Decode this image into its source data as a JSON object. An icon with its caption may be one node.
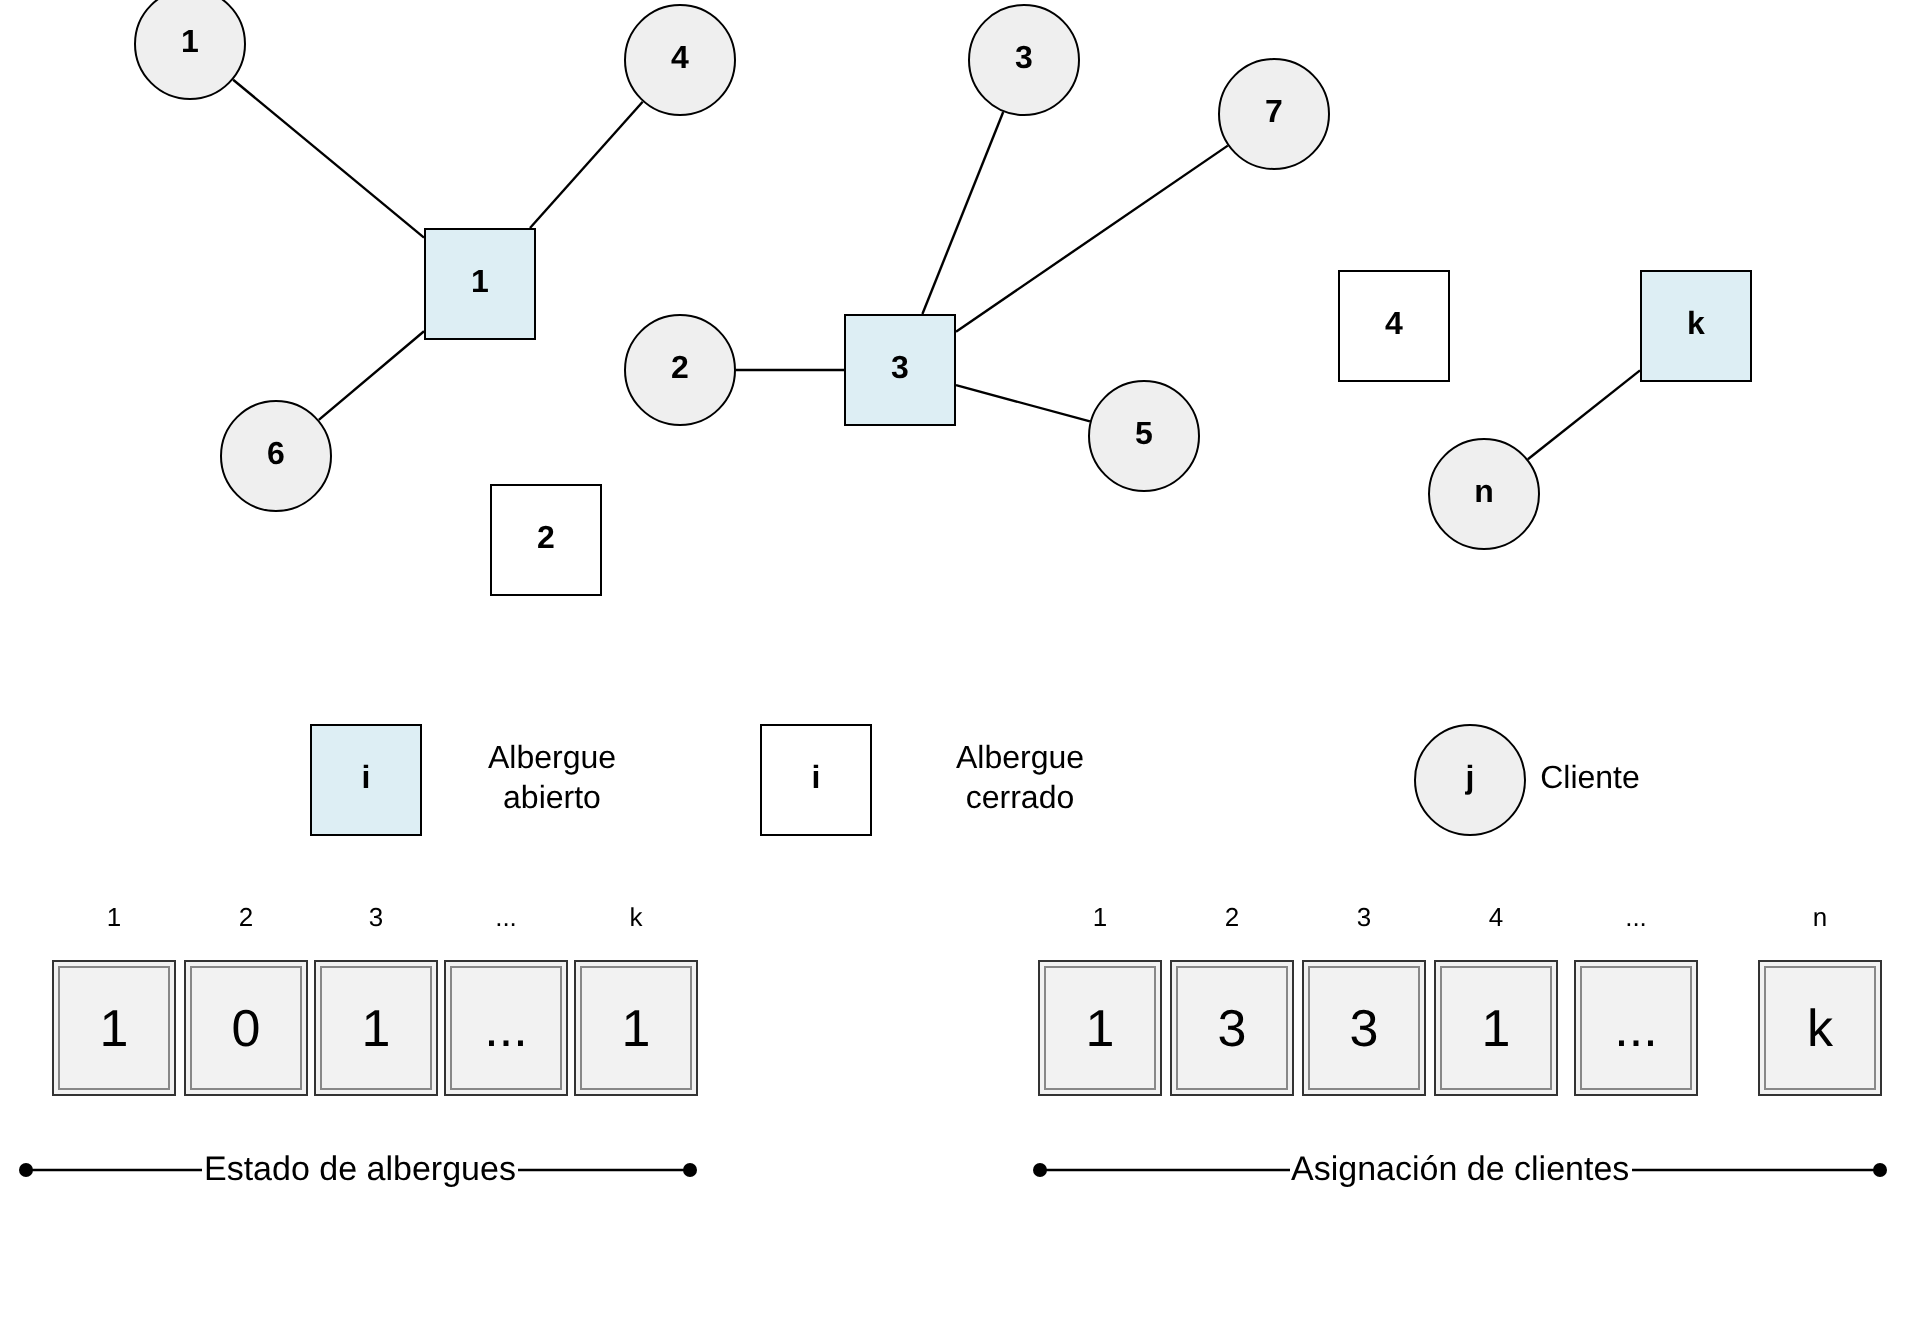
{
  "diagram": {
    "nodes": [
      {
        "text": [
          "1"
        ]
      },
      {
        "text": [
          "4"
        ]
      },
      {
        "text": [
          "3"
        ]
      },
      {
        "text": [
          "7"
        ]
      },
      {
        "text": [
          "1"
        ]
      },
      {
        "text": [
          "2"
        ]
      },
      {
        "text": [
          "3"
        ]
      },
      {
        "text": [
          "4"
        ]
      },
      {
        "text": [
          "k"
        ]
      },
      {
        "text": [
          "5"
        ]
      },
      {
        "text": [
          "6"
        ]
      },
      {
        "text": [
          "n"
        ]
      },
      {
        "text": [
          "2"
        ]
      }
    ],
    "edges": [
      {
        "from": 0,
        "to": 4,
        "arrow": "none"
      },
      {
        "from": 1,
        "to": 4,
        "arrow": "none"
      },
      {
        "from": 10,
        "to": 4,
        "arrow": "none"
      },
      {
        "from": 2,
        "to": 6,
        "arrow": "none"
      },
      {
        "from": 3,
        "to": 6,
        "arrow": "none"
      },
      {
        "from": 5,
        "to": 6,
        "arrow": "none"
      },
      {
        "from": 6,
        "to": 9,
        "arrow": "none"
      },
      {
        "from": 11,
        "to": 8,
        "arrow": "none"
      }
    ],
    "labels": [
      "i",
      "i",
      "j",
      "1",
      "2",
      "3",
      "...",
      "k",
      "1",
      "2",
      "3",
      "4",
      "...",
      "n",
      "1",
      "0",
      "1",
      "...",
      "1",
      "1",
      "3",
      "3",
      "1",
      "...",
      "k",
      "Estado de albergues",
      "Asignación de clientes"
    ],
    "legend": [
      {
        "text": "Albergue abierto",
        "color": "#ddeef4"
      },
      {
        "text": "Albergue cerrado",
        "color": "#ffffff"
      },
      {
        "text": "Cliente"
      }
    ]
  }
}
